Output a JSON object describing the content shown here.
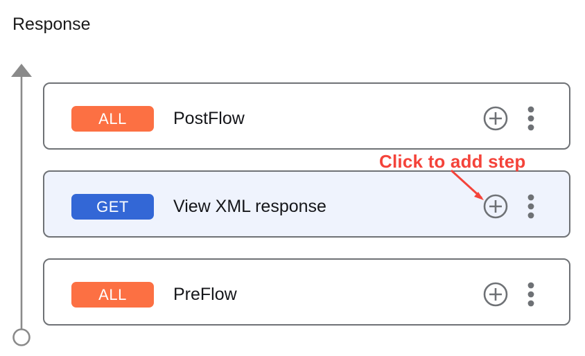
{
  "page": {
    "section_title": "Response",
    "background": "#FFFFFF"
  },
  "colors": {
    "badge_all": "#FC7043",
    "badge_get": "#3367D6",
    "card_border": "#6E7175",
    "card_selected_bg": "#EFF3FD",
    "annotation_red": "#F4433A",
    "icon_gray": "#6E7175",
    "axis_gray": "#8A8A8A",
    "text_primary": "#15161A"
  },
  "flow_axis": {
    "name": "flow-direction-axis",
    "arrow_direction": "up",
    "endpoint_marker": "circle"
  },
  "cards": [
    {
      "badge": "ALL",
      "badge_type": "all",
      "label": "PostFlow",
      "selected": false,
      "add_icon": "plus-circle-icon",
      "menu_icon": "kebab-menu-icon"
    },
    {
      "badge": "GET",
      "badge_type": "get",
      "label": "View XML response",
      "selected": true,
      "add_icon": "plus-circle-icon",
      "menu_icon": "kebab-menu-icon"
    },
    {
      "badge": "ALL",
      "badge_type": "all",
      "label": "PreFlow",
      "selected": false,
      "add_icon": "plus-circle-icon",
      "menu_icon": "kebab-menu-icon"
    }
  ],
  "annotation": {
    "text": "Click to add step",
    "points_to": "add-step-button-row-2",
    "color": "#F4433A"
  }
}
